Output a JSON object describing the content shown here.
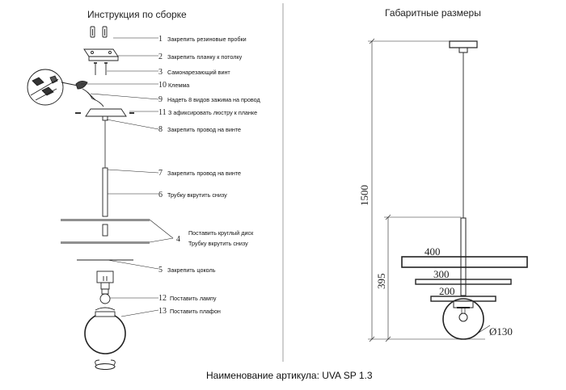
{
  "left_title": "Инструкция по сборке",
  "right_title": "Габаритные размеры",
  "caption": "Наименование артикула: UVA SP 1.3",
  "steps": [
    {
      "num": "1",
      "label": "Закрепить резиновые пробки"
    },
    {
      "num": "2",
      "label": "Закрепить планку к потолку"
    },
    {
      "num": "3",
      "label": "Самонарезающий винт"
    },
    {
      "num": "10",
      "label": "Клемма"
    },
    {
      "num": "9",
      "label": "Надеть 8 видов зажима на провод"
    },
    {
      "num": "11",
      "label": "З афиксировать люстру к планке"
    },
    {
      "num": "8",
      "label": "Закрепить провод на винте"
    },
    {
      "num": "7",
      "label": "Закрепить провод на винте"
    },
    {
      "num": "6",
      "label": "Трубку вкрутить снизу"
    },
    {
      "num": "4",
      "label": "Поставить круглый диск"
    },
    {
      "num": "",
      "label": "Трубку вкрутить снизу"
    },
    {
      "num": "5",
      "label": "Закрепить цоколь"
    },
    {
      "num": "12",
      "label": "Поставить лампу"
    },
    {
      "num": "13",
      "label": "Поставить плафон"
    }
  ],
  "dimensions": {
    "height_total": "1500",
    "height_body": "395",
    "disc_large": "400",
    "disc_medium": "300",
    "disc_small": "200",
    "shade_diameter": "Ø130"
  }
}
